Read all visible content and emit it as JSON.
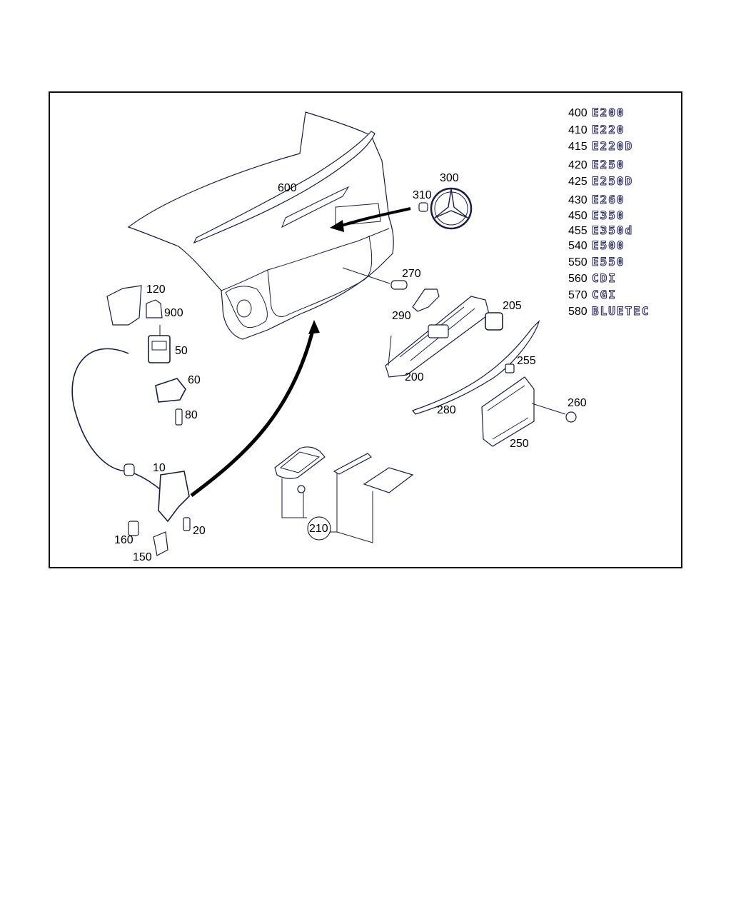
{
  "legend": [
    {
      "num": "400",
      "badge": "E200"
    },
    {
      "num": "410",
      "badge": "E220"
    },
    {
      "num": "415",
      "badge": "E220D"
    },
    {
      "num": "420",
      "badge": "E250"
    },
    {
      "num": "425",
      "badge": "E250D"
    },
    {
      "num": "430",
      "badge": "E260"
    },
    {
      "num": "450",
      "badge": "E350"
    },
    {
      "num": "455",
      "badge": "E350d"
    },
    {
      "num": "540",
      "badge": "E500"
    },
    {
      "num": "550",
      "badge": "E550"
    },
    {
      "num": "560",
      "badge": "CDI"
    },
    {
      "num": "570",
      "badge": "CGI"
    },
    {
      "num": "580",
      "badge": "BLUETEC"
    }
  ],
  "callouts": {
    "c600": "600",
    "c300": "300",
    "c310": "310",
    "c270": "270",
    "c290": "290",
    "c205": "205",
    "c200": "200",
    "c255": "255",
    "c280": "280",
    "c260": "260",
    "c250": "250",
    "c120": "120",
    "c900": "900",
    "c50": "50",
    "c60": "60",
    "c80": "80",
    "c10": "10",
    "c20": "20",
    "c160": "160",
    "c150": "150",
    "c210": "210"
  },
  "colors": {
    "line": "#1a1a4a",
    "frame": "#111111",
    "badge_outline": "#2b2b6b"
  }
}
